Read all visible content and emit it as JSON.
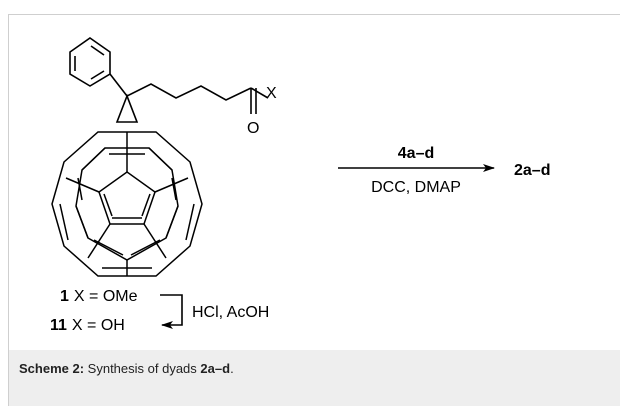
{
  "scheme": {
    "substituent_atom": "X",
    "carbonyl_oxygen": "O",
    "reaction_arrow": {
      "reagent_above": "4a–d",
      "conditions_below": "DCC, DMAP",
      "product": "2a–d"
    },
    "compounds": [
      {
        "number": "1",
        "text": "X = OMe"
      },
      {
        "number": "11",
        "text": "X = OH"
      }
    ],
    "hydrolysis_reagents": "HCl, AcOH"
  },
  "caption": {
    "label": "Scheme 2:",
    "text_before": "Synthesis of dyads",
    "bold_ref": "2a–d",
    "text_after": "."
  }
}
